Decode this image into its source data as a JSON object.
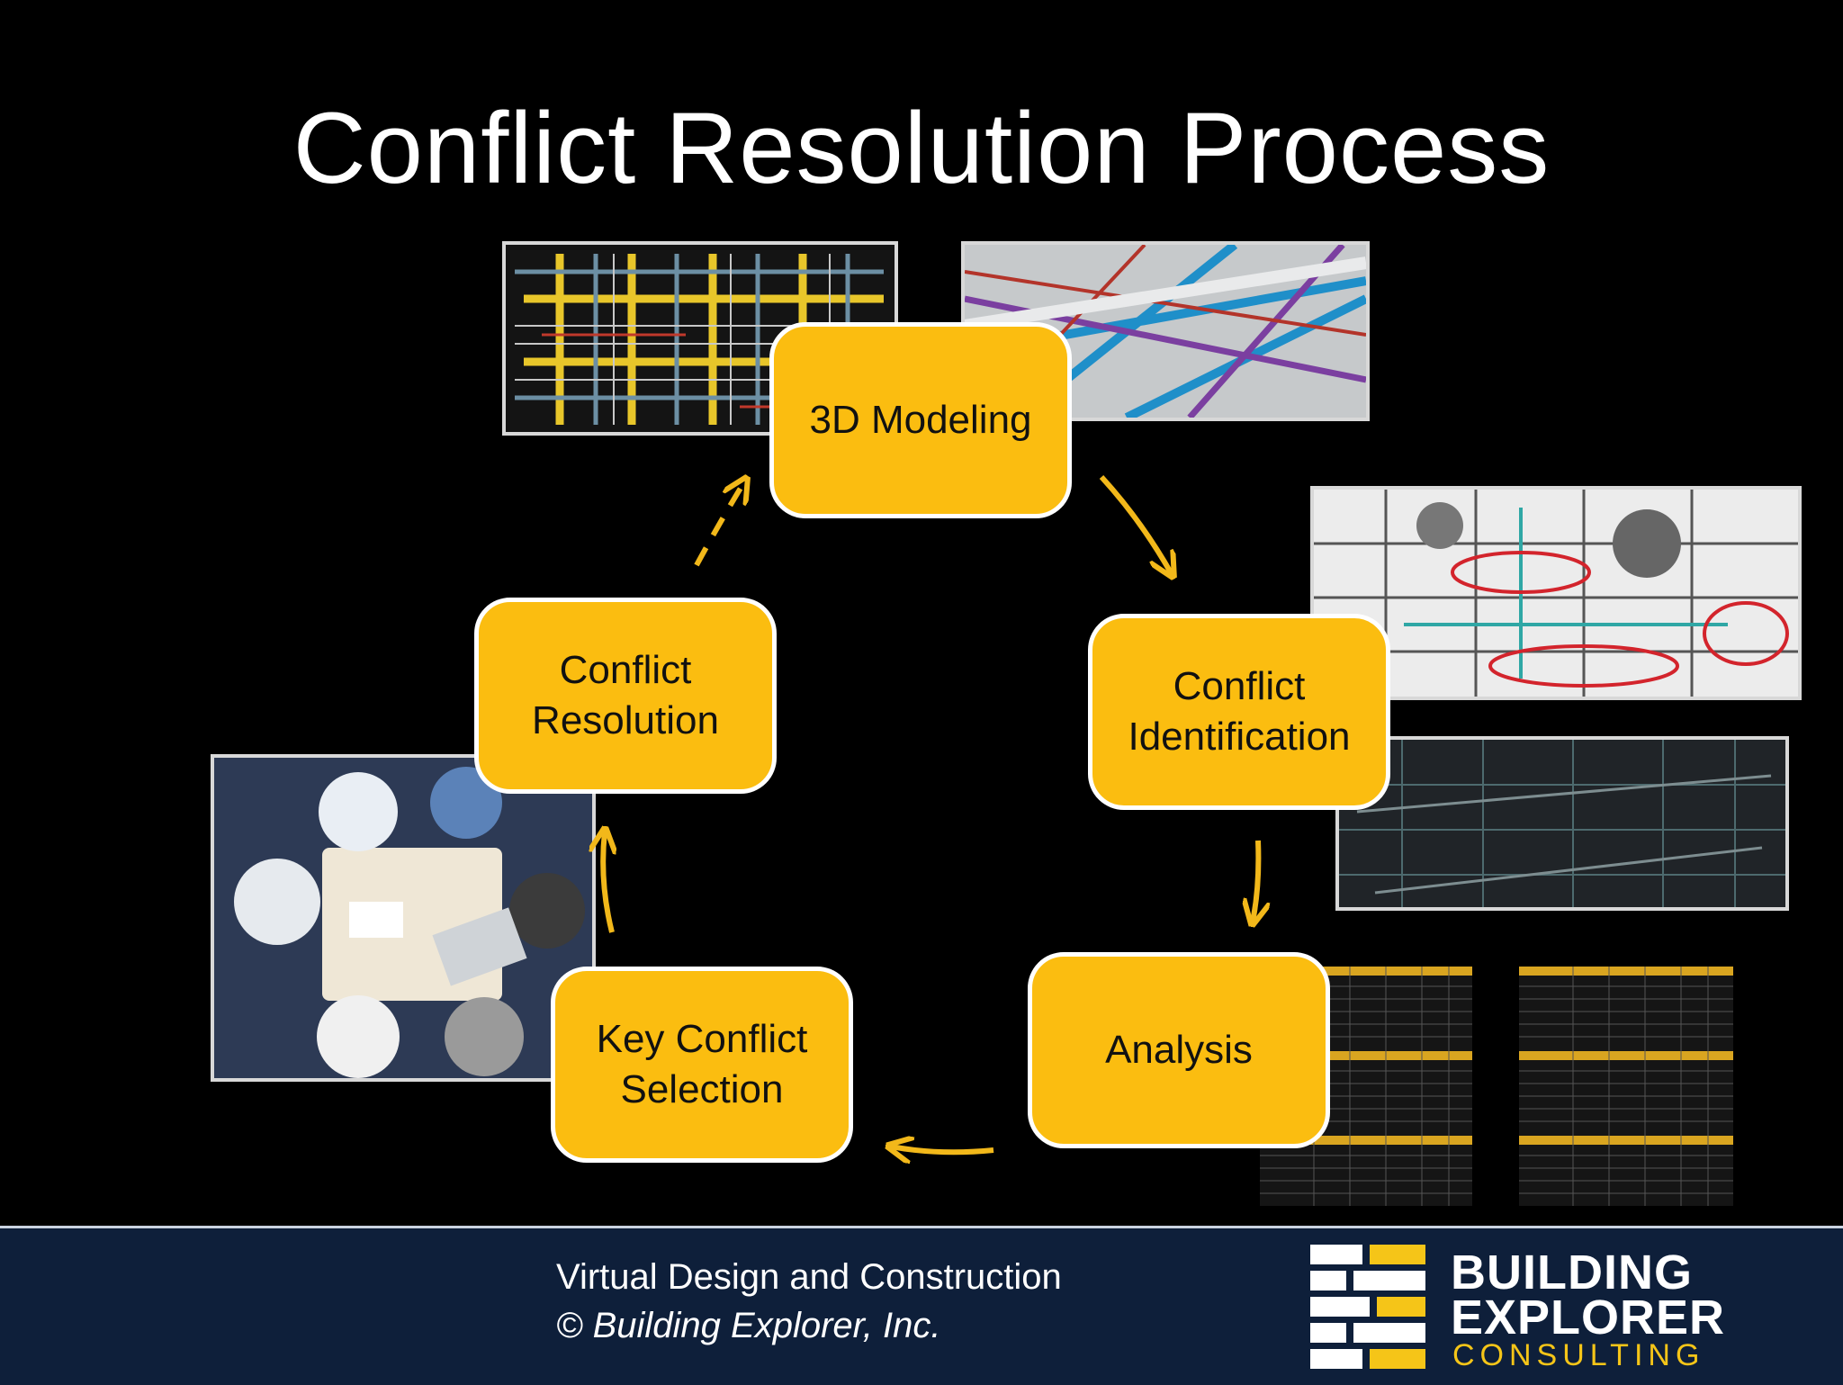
{
  "slide": {
    "title": "Conflict Resolution Process"
  },
  "steps": [
    {
      "id": "modeling",
      "label": "3D Modeling"
    },
    {
      "id": "identification",
      "label": "Conflict\nIdentification"
    },
    {
      "id": "analysis",
      "label": "Analysis"
    },
    {
      "id": "selection",
      "label": "Key Conflict\nSelection"
    },
    {
      "id": "resolution",
      "label": "Conflict\nResolution"
    }
  ],
  "footer": {
    "line1": "Virtual Design and Construction",
    "line2": "© Building Explorer, Inc."
  },
  "logo": {
    "word1": "BUILDING",
    "word2": "EXPLORER",
    "word3": "CONSULTING"
  },
  "colors": {
    "step_fill": "#fbbd10",
    "arrow": "#f2b81a",
    "footer_bg": "#0e1f3a",
    "logo_accent": "#f5c518"
  }
}
